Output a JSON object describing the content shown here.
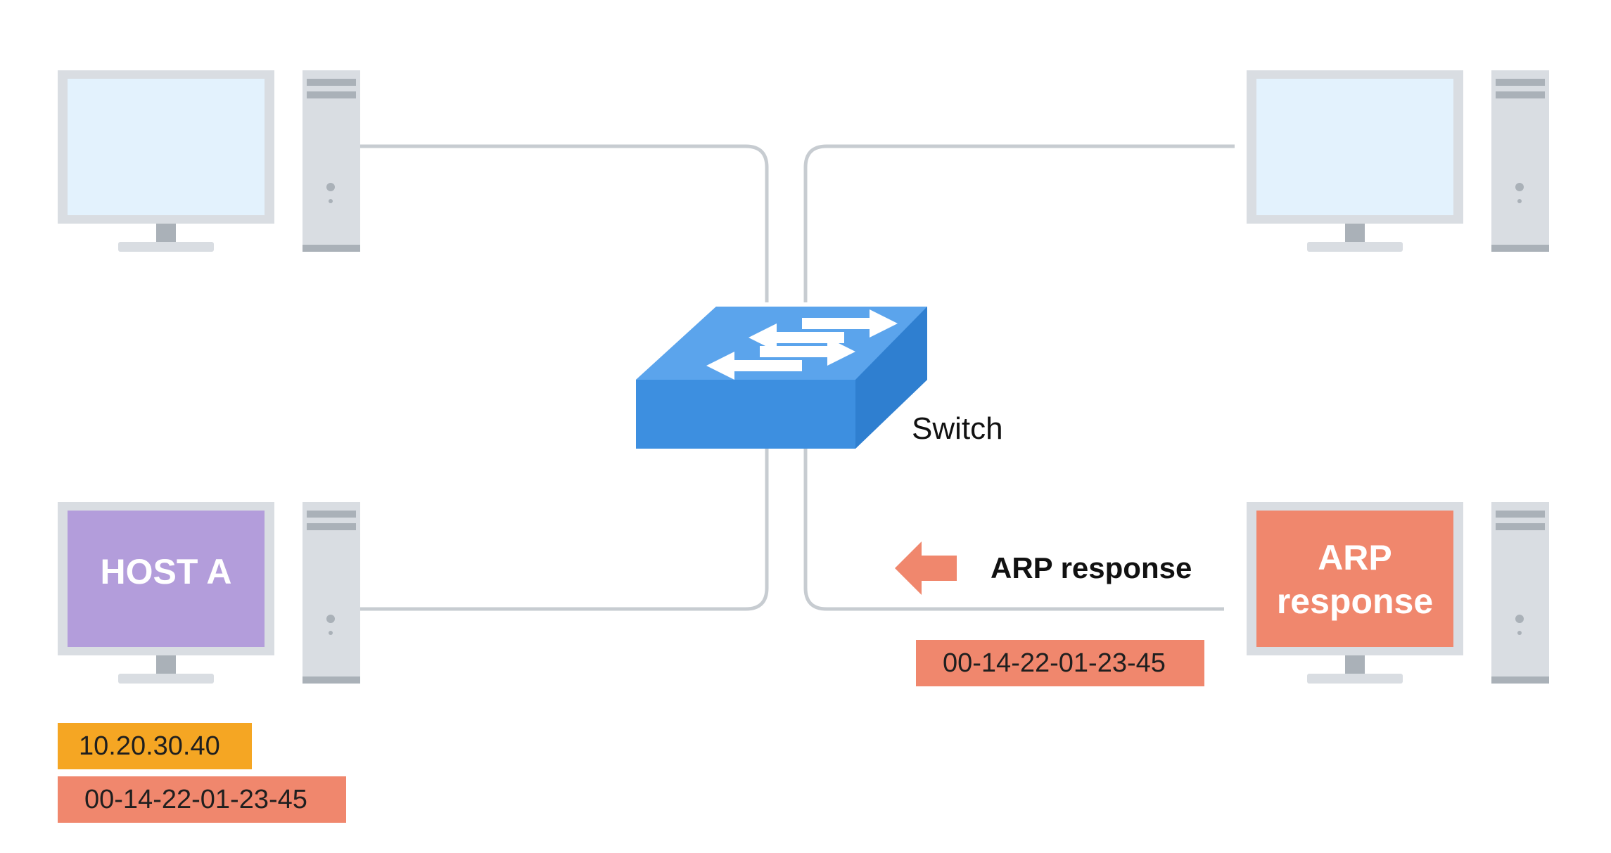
{
  "switch": {
    "label": "Switch"
  },
  "host_a": {
    "screen_text": "HOST A",
    "ip": "10.20.30.40",
    "mac": "00-14-22-01-23-45"
  },
  "responder": {
    "screen_line1": "ARP",
    "screen_line2": "response"
  },
  "message": {
    "label": "ARP response",
    "mac": "00-14-22-01-23-45"
  },
  "colors": {
    "host_screen": "#b39ddb",
    "response_screen": "#f0876d",
    "ip_tag": "#f5a623",
    "mac_tag": "#f0876d",
    "switch_top": "#5ba4ec",
    "switch_front": "#3d8fe0",
    "cable": "#c7ccd1",
    "monitor_frame": "#d9dde2",
    "monitor_screen": "#e3f2fd"
  },
  "icons": [
    "desktop-computer-icon",
    "network-switch-icon",
    "left-arrow-icon"
  ]
}
